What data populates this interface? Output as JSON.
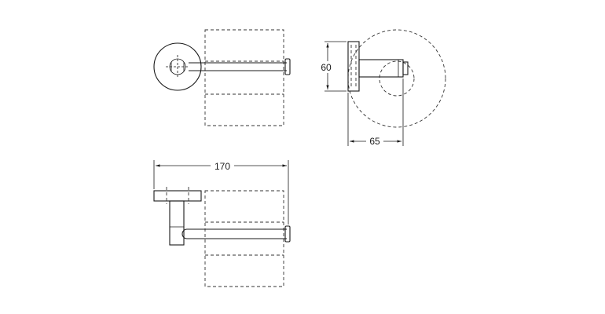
{
  "dimensions": {
    "width_label": "170",
    "height_label": "60",
    "depth_label": "65"
  }
}
